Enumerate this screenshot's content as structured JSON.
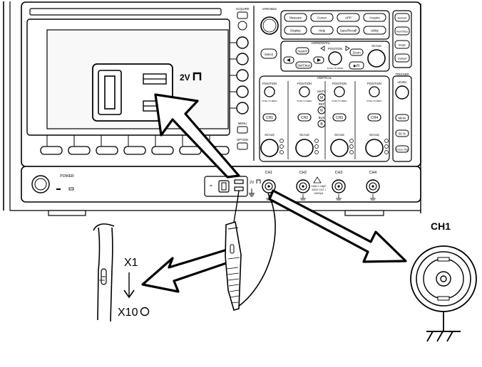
{
  "front_panel": {
    "acquire_label": "ACQUIRE",
    "menu_label": "MENU",
    "option_label": "OPTION",
    "variable_label": "VARIABLE",
    "select_label": "Select",
    "function_buttons": [
      {
        "label": "Measure"
      },
      {
        "label": "Cursor"
      },
      {
        "label": "APP"
      },
      {
        "label": "Acquire"
      },
      {
        "label": "Display"
      },
      {
        "label": "Help"
      },
      {
        "label": "Save/Recall"
      },
      {
        "label": "Utility"
      }
    ],
    "right_buttons": [
      {
        "label": "Autoset"
      },
      {
        "label": "Run/Stop"
      },
      {
        "label": "Single"
      },
      {
        "label": "Default"
      }
    ],
    "horizontal": {
      "title": "HORIZONTAL",
      "position_label": "POSITION",
      "scale_label": "SCALE",
      "search_label": "Search",
      "set_clear_label": "Set/Clear",
      "zoom_label": "Zoom",
      "play_pause_label": "▶/II",
      "push_label": "PUSH TO ZERO"
    },
    "vertical": {
      "title": "VERTICAL",
      "position_label": "POSITION",
      "scale_label": "SCALE",
      "push_label": "PUSH TO ZERO",
      "math_label": "MATH",
      "math_btn": "M",
      "ref_label": "REF",
      "ref_btn": "R",
      "bus_label": "BUS",
      "bus_btn": "B",
      "channels": [
        {
          "label": "CH1"
        },
        {
          "label": "CH2"
        },
        {
          "label": "CH3"
        },
        {
          "label": "CH4"
        }
      ]
    },
    "trigger": {
      "title": "TRIGGER",
      "level_label": "LEVEL",
      "menu_label": "Menu",
      "fifty_label": "50 %",
      "force_label": "Force-Trig"
    },
    "screen_label": "2V",
    "power_label": "POWER",
    "cal_label": "2V",
    "inputs": [
      {
        "label": "CH1"
      },
      {
        "label": "CH2"
      },
      {
        "label": "CH3"
      },
      {
        "label": "CH4"
      }
    ],
    "warning_lines": [
      "1MΩ // 16pF",
      "300V CAT I",
      "400Vpk"
    ]
  },
  "probe": {
    "x1_label": "X1",
    "x10_label": "X10"
  },
  "connector": {
    "label": "CH1"
  },
  "colors": {
    "line": "#000000",
    "screen_fill": "#f6f6f6",
    "panel_fill": "#ffffff"
  }
}
